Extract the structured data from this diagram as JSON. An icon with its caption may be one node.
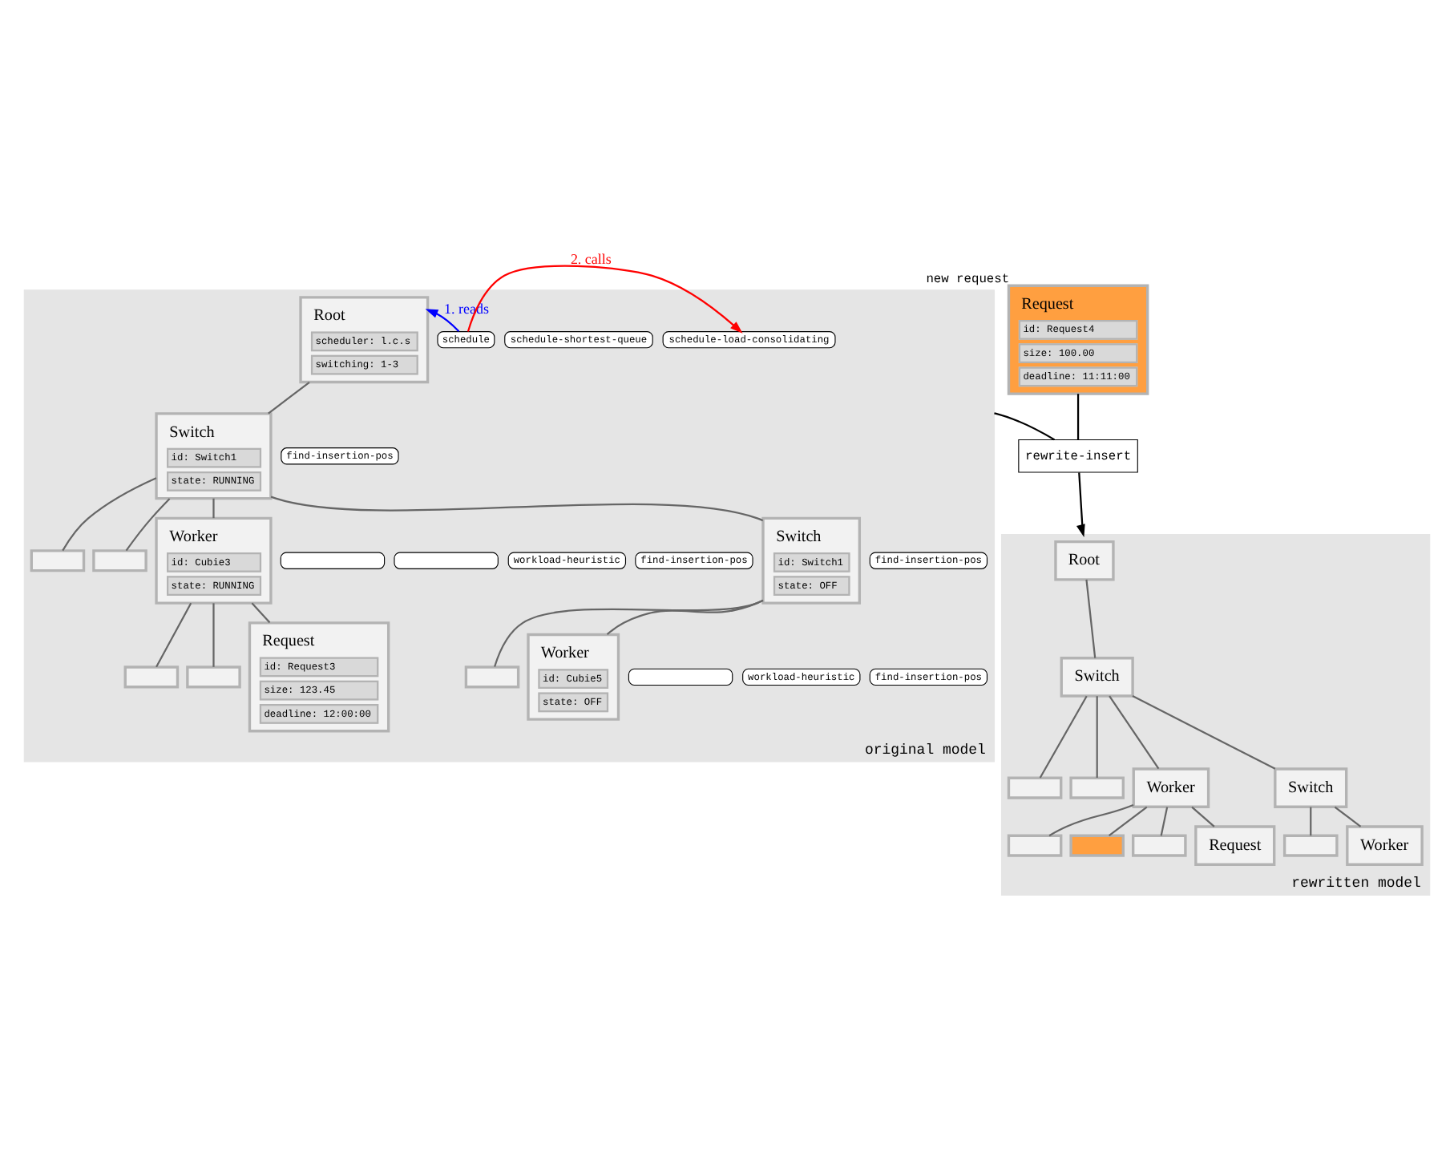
{
  "diagram": {
    "nodes": [
      {
        "text": [
          "original model"
        ]
      },
      {
        "text": [
          "Root",
          "scheduler: l.c.s",
          "switching: 1-3"
        ],
        "in": 0
      },
      {
        "text": [
          "schedule"
        ],
        "in": 0
      },
      {
        "text": [
          "schedule-shortest-queue"
        ],
        "in": 0
      },
      {
        "text": [
          "schedule-load-consolidating"
        ],
        "in": 0
      },
      {
        "text": [
          "Switch",
          "id: Switch1",
          "state: RUNNING"
        ],
        "in": 0
      },
      {
        "text": [
          "find-insertion-pos"
        ],
        "in": 0
      },
      {
        "text": [],
        "shape": "box",
        "in": 0
      },
      {
        "text": [],
        "shape": "box",
        "in": 0
      },
      {
        "text": [
          "Worker",
          "id: Cubie3",
          "state: RUNNING"
        ],
        "in": 0
      },
      {
        "text": [],
        "shape": "box",
        "in": 0
      },
      {
        "text": [],
        "shape": "box",
        "in": 0
      },
      {
        "text": [
          "workload-heuristic"
        ],
        "in": 0
      },
      {
        "text": [
          "find-insertion-pos"
        ],
        "in": 0
      },
      {
        "text": [],
        "shape": "box",
        "in": 0
      },
      {
        "text": [],
        "shape": "box",
        "in": 0
      },
      {
        "text": [
          "Request",
          "id: Request3",
          "size: 123.45",
          "deadline: 12:00:00"
        ],
        "in": 0
      },
      {
        "text": [
          "Switch",
          "id: Switch1",
          "state: OFF"
        ],
        "in": 0
      },
      {
        "text": [
          "find-insertion-pos"
        ],
        "in": 0
      },
      {
        "text": [],
        "shape": "box",
        "in": 0
      },
      {
        "text": [
          "Worker",
          "id: Cubie5",
          "state: OFF"
        ],
        "in": 0
      },
      {
        "text": [],
        "shape": "box",
        "in": 0
      },
      {
        "text": [
          "workload-heuristic"
        ],
        "in": 0
      },
      {
        "text": [
          "find-insertion-pos"
        ],
        "in": 0
      },
      {
        "text": [
          "Request",
          "id: Request4",
          "size: 100.00",
          "deadline: 11:11:00"
        ],
        "beside": [
          "new request"
        ]
      },
      {
        "text": [
          "rewrite-insert"
        ]
      },
      {
        "text": [
          "rewritten model"
        ]
      },
      {
        "text": [
          "Root"
        ],
        "in": 26
      },
      {
        "text": [
          "Switch"
        ],
        "in": 26
      },
      {
        "text": [],
        "shape": "box",
        "in": 26
      },
      {
        "text": [],
        "shape": "box",
        "in": 26
      },
      {
        "text": [
          "Worker"
        ],
        "in": 26
      },
      {
        "text": [],
        "shape": "box",
        "in": 26
      },
      {
        "text": [],
        "shape": "box",
        "in": 26
      },
      {
        "text": [],
        "shape": "box",
        "in": 26
      },
      {
        "text": [
          "Request"
        ],
        "in": 26
      },
      {
        "text": [
          "Switch"
        ],
        "in": 26
      },
      {
        "text": [],
        "shape": "box",
        "in": 26
      },
      {
        "text": [
          "Worker"
        ],
        "in": 26
      }
    ],
    "edges": [
      {
        "from": 2,
        "to": 1,
        "arrow": "to",
        "label": "1. reads",
        "color": "#0000ff"
      },
      {
        "from": 2,
        "to": 4,
        "arrow": "to",
        "label": "2. calls",
        "color": "#ff0000"
      },
      {
        "from": 1,
        "to": 5,
        "arrow": "none"
      },
      {
        "from": 5,
        "to": 7,
        "arrow": "none"
      },
      {
        "from": 5,
        "to": 8,
        "arrow": "none"
      },
      {
        "from": 5,
        "to": 9,
        "arrow": "none"
      },
      {
        "from": 5,
        "to": 17,
        "arrow": "none"
      },
      {
        "from": 9,
        "to": 14,
        "arrow": "none"
      },
      {
        "from": 9,
        "to": 15,
        "arrow": "none"
      },
      {
        "from": 9,
        "to": 16,
        "arrow": "none"
      },
      {
        "from": 17,
        "to": 19,
        "arrow": "none"
      },
      {
        "from": 17,
        "to": 20,
        "arrow": "none"
      },
      {
        "from": 0,
        "to": 25,
        "arrow": "none",
        "color": "#000000"
      },
      {
        "from": 24,
        "to": 25,
        "arrow": "none",
        "color": "#000000"
      },
      {
        "from": 25,
        "to": 26,
        "arrow": "to",
        "color": "#000000"
      },
      {
        "from": 27,
        "to": 28,
        "arrow": "none"
      },
      {
        "from": 28,
        "to": 29,
        "arrow": "none"
      },
      {
        "from": 28,
        "to": 30,
        "arrow": "none"
      },
      {
        "from": 28,
        "to": 31,
        "arrow": "none"
      },
      {
        "from": 28,
        "to": 36,
        "arrow": "none"
      },
      {
        "from": 31,
        "to": 32,
        "arrow": "none"
      },
      {
        "from": 31,
        "to": 33,
        "arrow": "none"
      },
      {
        "from": 31,
        "to": 34,
        "arrow": "none"
      },
      {
        "from": 31,
        "to": 35,
        "arrow": "none"
      },
      {
        "from": 36,
        "to": 37,
        "arrow": "none"
      },
      {
        "from": 36,
        "to": 38,
        "arrow": "none"
      }
    ]
  }
}
